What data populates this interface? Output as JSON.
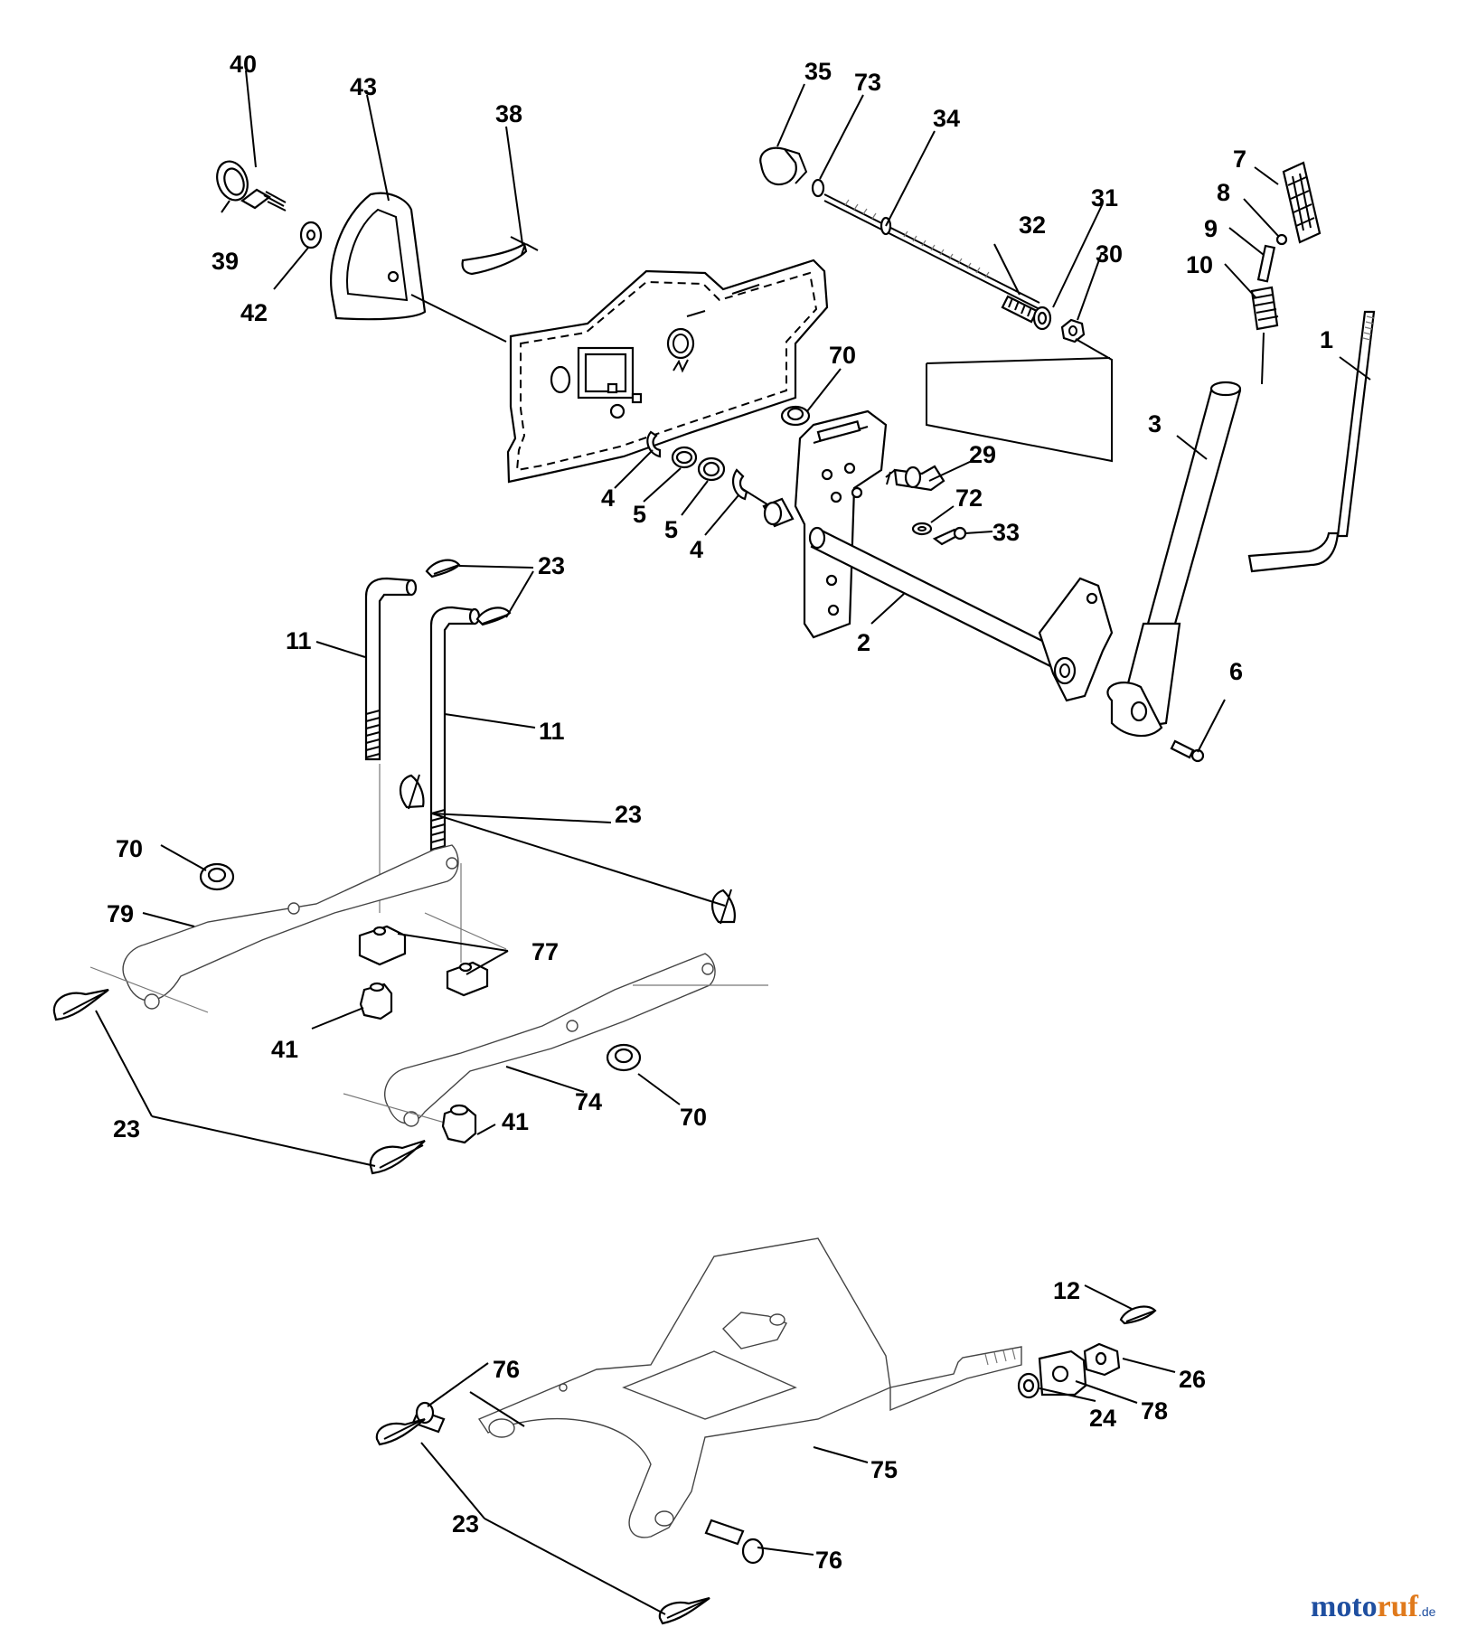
{
  "diagram": {
    "labels": [
      {
        "id": "40a",
        "text": "40"
      },
      {
        "id": "43a",
        "text": "43"
      },
      {
        "id": "38a",
        "text": "38"
      },
      {
        "id": "39a",
        "text": "39"
      },
      {
        "id": "42a",
        "text": "42"
      },
      {
        "id": "35a",
        "text": "35"
      },
      {
        "id": "73a",
        "text": "73"
      },
      {
        "id": "34a",
        "text": "34"
      },
      {
        "id": "31a",
        "text": "31"
      },
      {
        "id": "32a",
        "text": "32"
      },
      {
        "id": "30a",
        "text": "30"
      },
      {
        "id": "7a",
        "text": "7"
      },
      {
        "id": "8a",
        "text": "8"
      },
      {
        "id": "9a",
        "text": "9"
      },
      {
        "id": "10a",
        "text": "10"
      },
      {
        "id": "1a",
        "text": "1"
      },
      {
        "id": "3a",
        "text": "3"
      },
      {
        "id": "70a",
        "text": "70"
      },
      {
        "id": "29a",
        "text": "29"
      },
      {
        "id": "72a",
        "text": "72"
      },
      {
        "id": "33a",
        "text": "33"
      },
      {
        "id": "4a",
        "text": "4"
      },
      {
        "id": "5a",
        "text": "5"
      },
      {
        "id": "5b",
        "text": "5"
      },
      {
        "id": "4b",
        "text": "4"
      },
      {
        "id": "23a",
        "text": "23"
      },
      {
        "id": "11a",
        "text": "11"
      },
      {
        "id": "11b",
        "text": "11"
      },
      {
        "id": "2a",
        "text": "2"
      },
      {
        "id": "6a",
        "text": "6"
      },
      {
        "id": "23b",
        "text": "23"
      },
      {
        "id": "70b",
        "text": "70"
      },
      {
        "id": "79a",
        "text": "79"
      },
      {
        "id": "77a",
        "text": "77"
      },
      {
        "id": "41a",
        "text": "41"
      },
      {
        "id": "74a",
        "text": "74"
      },
      {
        "id": "70c",
        "text": "70"
      },
      {
        "id": "23c",
        "text": "23"
      },
      {
        "id": "41b",
        "text": "41"
      },
      {
        "id": "12a",
        "text": "12"
      },
      {
        "id": "76a",
        "text": "76"
      },
      {
        "id": "26a",
        "text": "26"
      },
      {
        "id": "78a",
        "text": "78"
      },
      {
        "id": "24a",
        "text": "24"
      },
      {
        "id": "75a",
        "text": "75"
      },
      {
        "id": "23d",
        "text": "23"
      },
      {
        "id": "76b",
        "text": "76"
      }
    ]
  },
  "watermark": {
    "part1": "moto",
    "part2": "ruf",
    "suffix": ".de",
    "colors": {
      "part1": "#1f4fa0",
      "part2": "#e07a1c"
    }
  }
}
